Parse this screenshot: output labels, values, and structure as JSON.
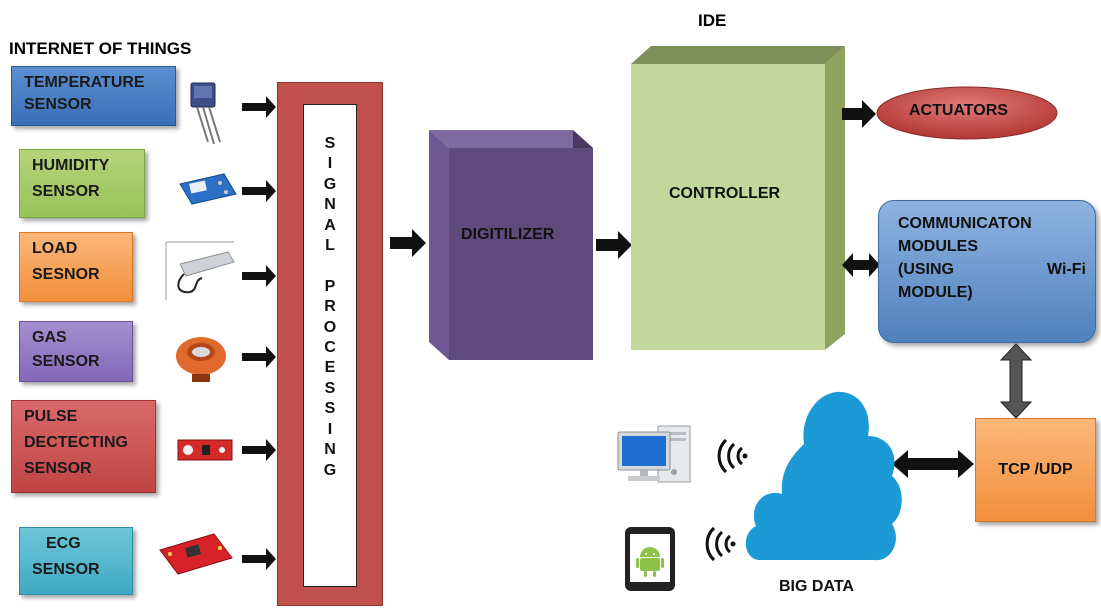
{
  "header": {
    "iot_title": "INTERNET OF THINGS",
    "ide_title": "IDE"
  },
  "sensors": [
    {
      "line1": "TEMPERATURE",
      "line2": "SENSOR",
      "line3": ""
    },
    {
      "line1": "HUMIDITY",
      "line2": "SENSOR",
      "line3": ""
    },
    {
      "line1": "LOAD",
      "line2": "SESNOR",
      "line3": ""
    },
    {
      "line1": "GAS",
      "line2": "SENSOR",
      "line3": ""
    },
    {
      "line1": "PULSE",
      "line2": "DECTECTING",
      "line3": "SENSOR"
    },
    {
      "line1": "ECG",
      "line2": "SENSOR",
      "line3": ""
    }
  ],
  "signal_processing": {
    "letters": "S\nI\nG\nN\nA\nL\n\nP\nR\nO\nC\nE\nS\nS\nI\nN\nG"
  },
  "digitizer": {
    "label": "DIGITILIZER"
  },
  "controller": {
    "label": "CONTROLLER"
  },
  "actuators": {
    "label": "ACTUATORS"
  },
  "communication": {
    "line1": "COMMUNICATON",
    "line2": "MODULES",
    "line3_left": "(USING",
    "line3_right": "Wi-Fi",
    "line4": "MODULE)"
  },
  "tcp": {
    "label": "TCP /UDP"
  },
  "cloud": {
    "label": "BIG DATA"
  },
  "colors": {
    "signal_processing": "#c0504d",
    "digitizer": "#604a7b",
    "controller": "#c3d69b",
    "actuators": "#c0504d",
    "cloud": "#1b9ad6"
  }
}
